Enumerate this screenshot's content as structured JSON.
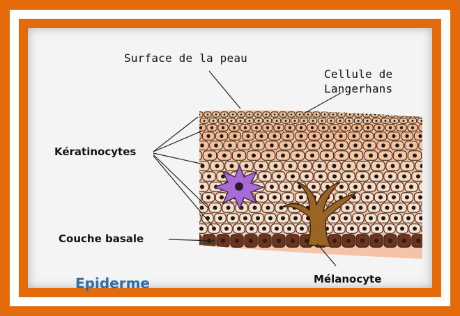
{
  "labels": {
    "surface": "Surface de la peau",
    "langerhans_line1": "Cellule de",
    "langerhans_line2": "Langerhans",
    "keratinocytes": "Kératinocytes",
    "couche_basale": "Couche basale",
    "melanocyte": "Mélanocyte",
    "title": "Epiderme"
  },
  "colors": {
    "frame": "#e46b0c",
    "title": "#2f6ea3",
    "langerhans": "#a86bd6",
    "melanocyte": "#9a6424",
    "basal": "#6b3520"
  }
}
